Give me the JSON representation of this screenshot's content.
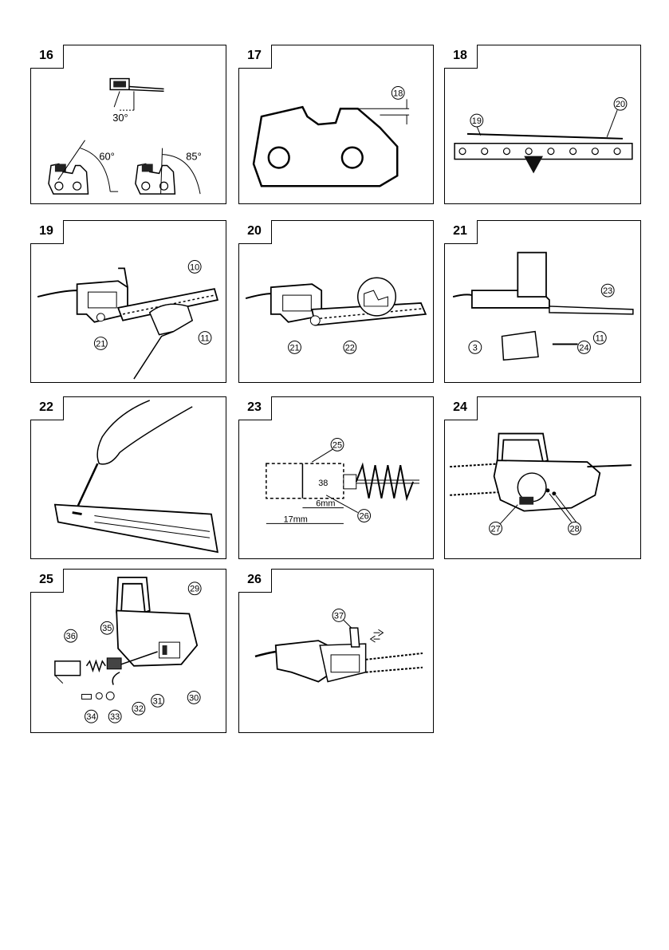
{
  "figures": [
    {
      "number": "16",
      "labels": {
        "a": "30°",
        "b": "60°",
        "c": "85°"
      }
    },
    {
      "number": "17",
      "labels": {
        "a": "18"
      }
    },
    {
      "number": "18",
      "labels": {
        "a": "19",
        "b": "20"
      }
    },
    {
      "number": "19",
      "labels": {
        "a": "10",
        "b": "21",
        "c": "11"
      }
    },
    {
      "number": "20",
      "labels": {
        "a": "21",
        "b": "22"
      }
    },
    {
      "number": "21",
      "labels": {
        "a": "23",
        "b": "3",
        "c": "24",
        "d": "11"
      }
    },
    {
      "number": "22",
      "labels": {}
    },
    {
      "number": "23",
      "labels": {
        "a": "25",
        "b": "38",
        "c": "6mm",
        "d": "26",
        "e": "17mm"
      }
    },
    {
      "number": "24",
      "labels": {
        "a": "27",
        "b": "28"
      }
    },
    {
      "number": "25",
      "labels": {
        "a": "29",
        "b": "36",
        "c": "35",
        "d": "31",
        "e": "30",
        "f": "32",
        "g": "34",
        "h": "33"
      }
    },
    {
      "number": "26",
      "labels": {
        "a": "37"
      }
    }
  ]
}
